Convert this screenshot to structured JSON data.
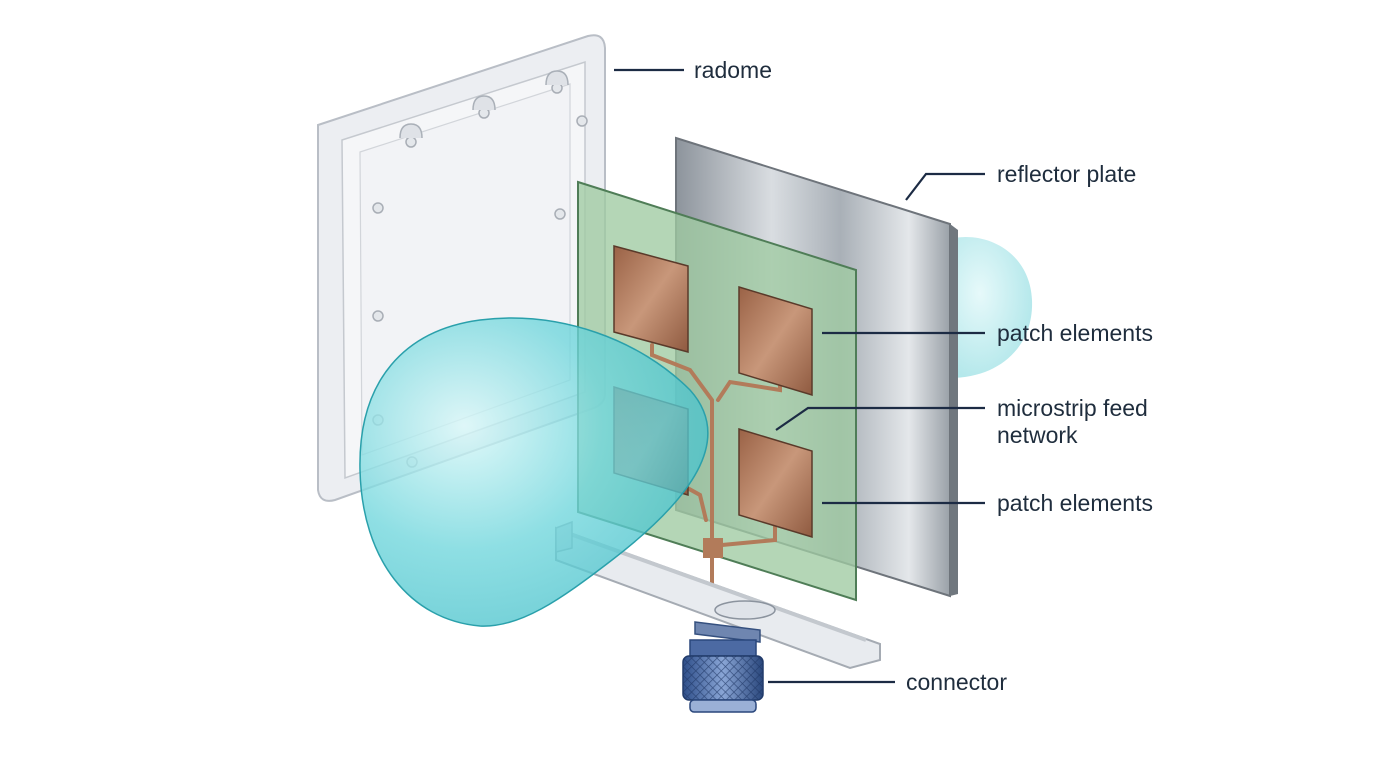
{
  "labels": {
    "radome": "radome",
    "reflector": "reflector plate",
    "patch_upper": "patch elements",
    "feed_line1": "microstrip feed",
    "feed_line2": "network",
    "patch_lower": "patch elements",
    "connector": "connector"
  },
  "colors": {
    "radome": "#e9ecf1",
    "reflector": "#aab1b8",
    "pcb": "#9dc6a0",
    "copper": "#b07a5c",
    "lobe": "#4ccbd3",
    "leader": "#1c2b44"
  }
}
